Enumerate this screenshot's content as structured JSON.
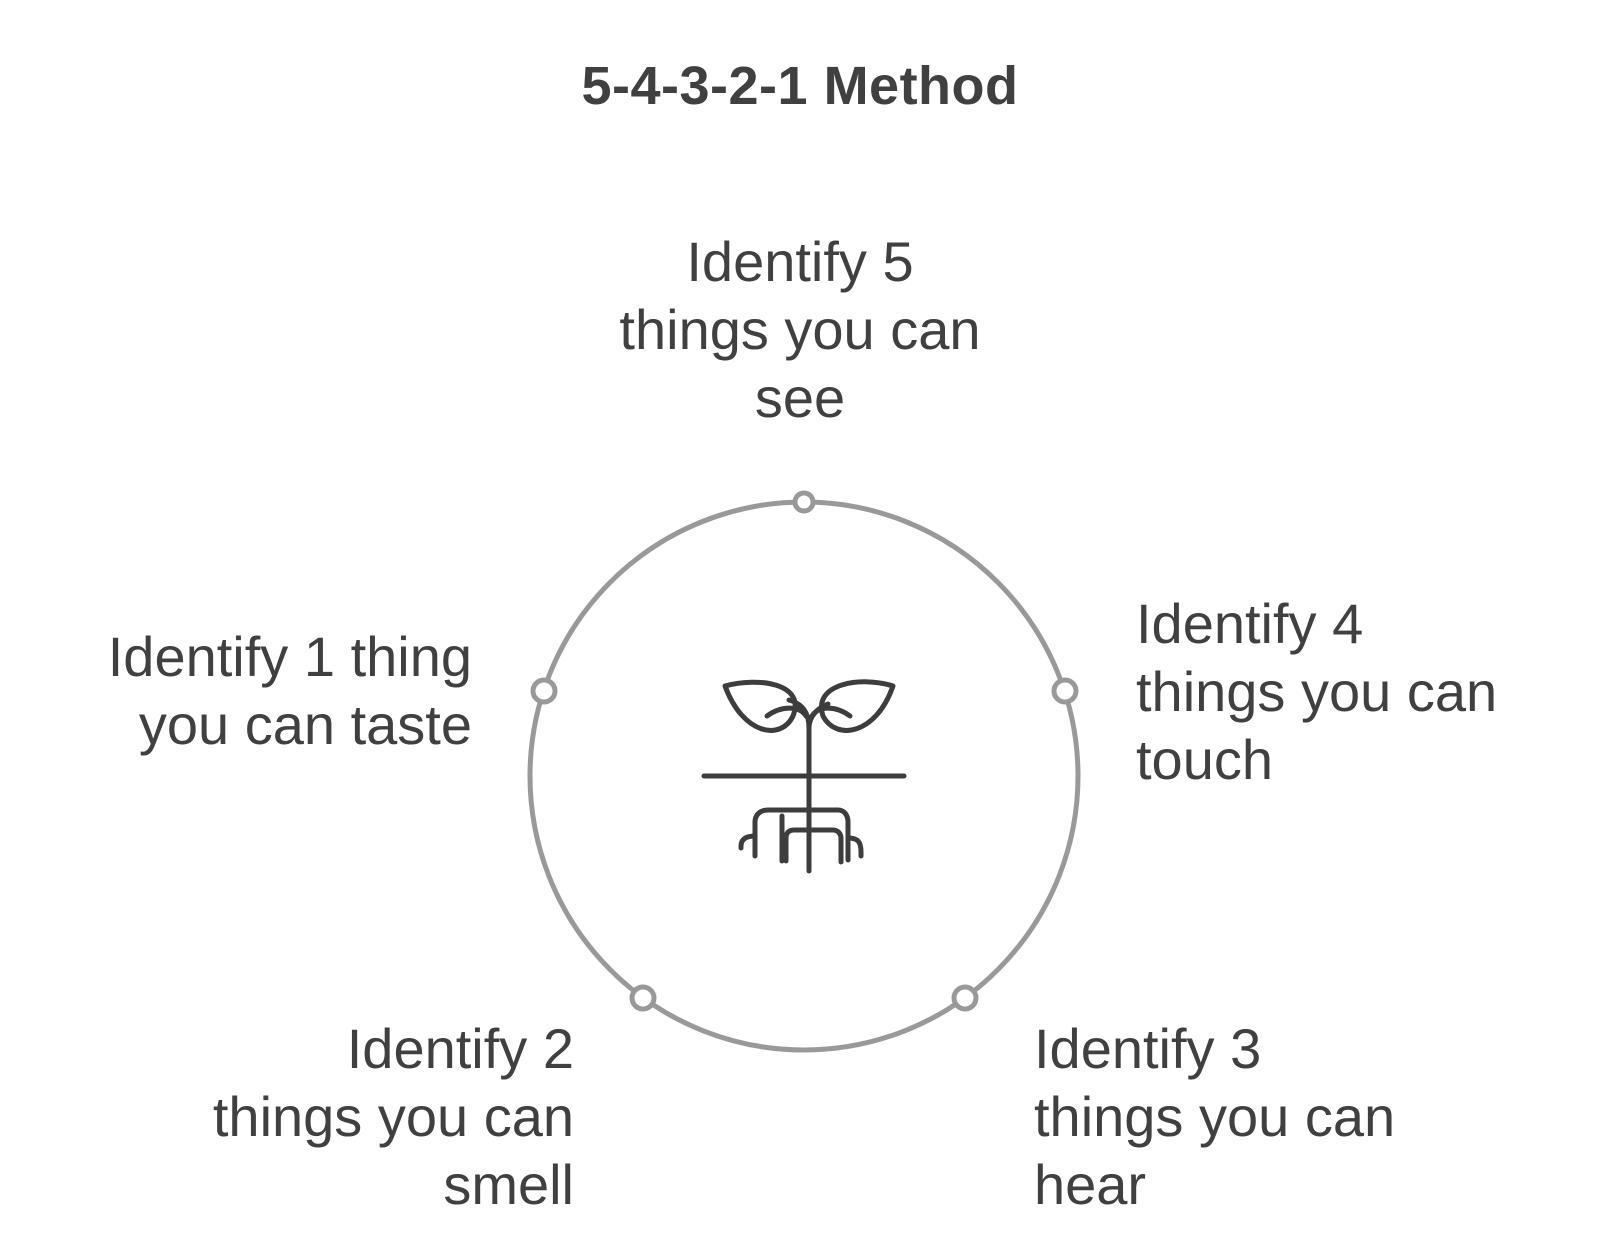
{
  "title": "5-4-3-2-1 Method",
  "center_icon": "sprout-with-roots-icon",
  "colors": {
    "text": "#404040",
    "ring": "#999999",
    "icon": "#3d3d3d",
    "background": "#ffffff"
  },
  "steps": [
    {
      "lines": [
        "Identify 5",
        "things you can",
        "see"
      ]
    },
    {
      "lines": [
        "Identify 4",
        "things you can",
        "touch"
      ]
    },
    {
      "lines": [
        "Identify 3",
        "things you can",
        "hear"
      ]
    },
    {
      "lines": [
        "Identify 2",
        "things you can",
        "smell"
      ]
    },
    {
      "lines": [
        "Identify 1 thing",
        "you can taste"
      ]
    }
  ]
}
